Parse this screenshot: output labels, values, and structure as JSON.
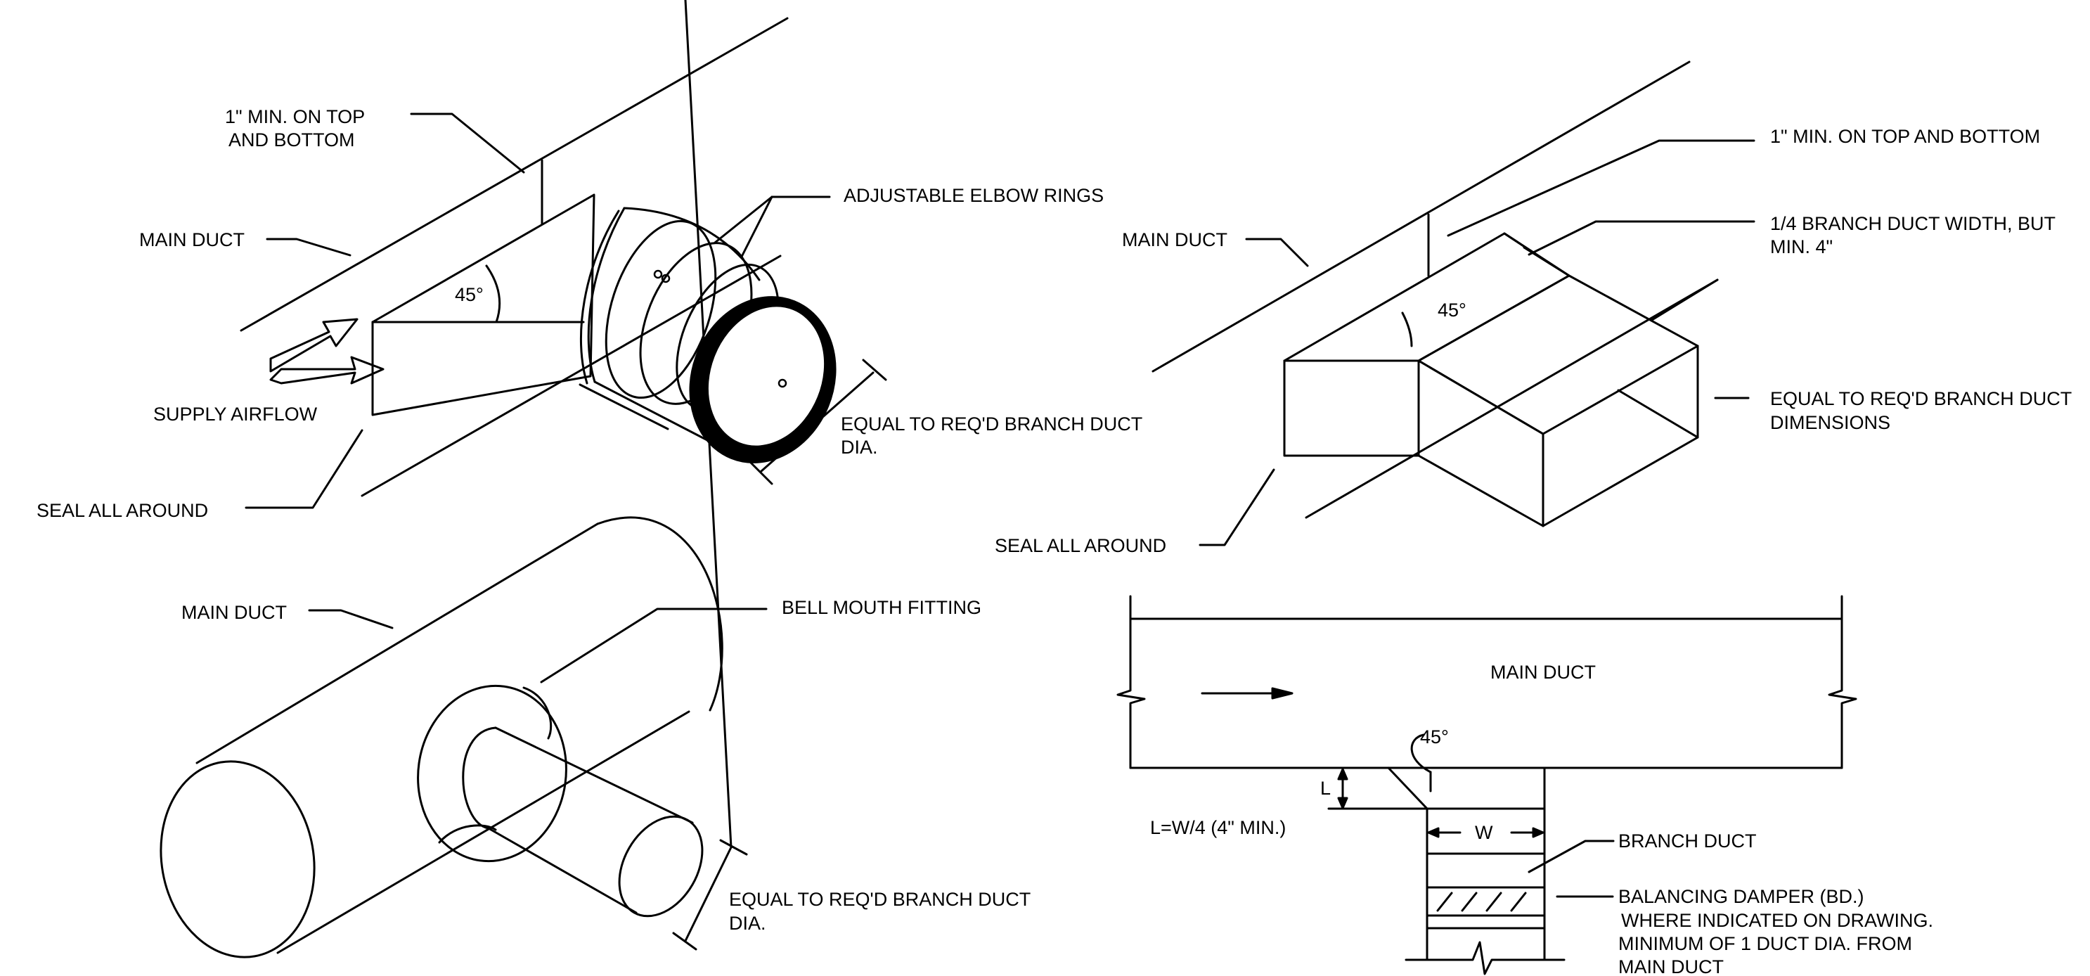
{
  "panel_a": {
    "label_top_bottom_1": "1\" MIN. ON TOP",
    "label_top_bottom_2": "AND BOTTOM",
    "label_main_duct": "MAIN DUCT",
    "label_angle": "45°",
    "label_elbow_rings": "ADJUSTABLE ELBOW RINGS",
    "label_supply_airflow": "SUPPLY AIRFLOW",
    "label_seal": "SEAL ALL AROUND",
    "label_equal_1": "EQUAL TO REQ'D BRANCH DUCT",
    "label_equal_2": "DIA."
  },
  "panel_b": {
    "label_main_duct": "MAIN DUCT",
    "label_top_bottom": "1\" MIN. ON TOP AND BOTTOM",
    "label_quarter_1": "1/4 BRANCH DUCT WIDTH, BUT",
    "label_quarter_2": "MIN. 4\"",
    "label_angle": "45°",
    "label_equal_1": "EQUAL TO REQ'D BRANCH DUCT",
    "label_equal_2": "DIMENSIONS",
    "label_seal": "SEAL ALL AROUND"
  },
  "panel_c": {
    "label_main_duct": "MAIN DUCT",
    "label_bell_mouth": "BELL MOUTH FITTING",
    "label_equal_1": "EQUAL TO REQ'D BRANCH DUCT",
    "label_equal_2": "DIA."
  },
  "panel_d": {
    "label_main_duct": "MAIN DUCT",
    "label_angle": "45°",
    "label_L": "L",
    "label_formula": "L=W/4 (4\" MIN.)",
    "label_W": "W",
    "label_branch_duct": "BRANCH DUCT",
    "label_damper_1": "BALANCING DAMPER (BD.)",
    "label_damper_2": "WHERE INDICATED ON DRAWING.",
    "label_damper_3": "MINIMUM OF 1 DUCT DIA. FROM",
    "label_damper_4": "MAIN DUCT"
  }
}
